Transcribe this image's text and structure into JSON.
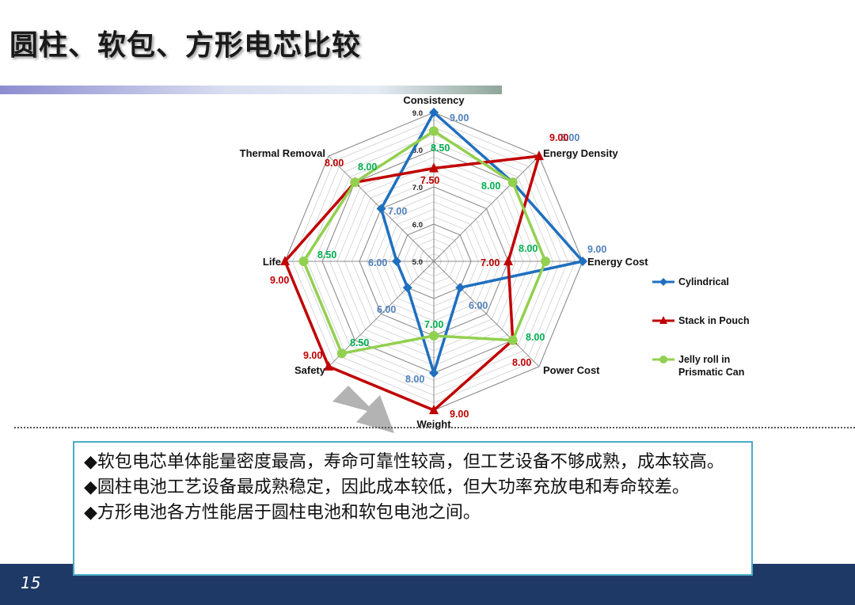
{
  "page": {
    "title": "圆柱、软包、方形电芯比较",
    "page_number": "15",
    "bullets": [
      "◆软包电芯单体能量密度最高，寿命可靠性较高，但工艺设备不够成熟，成本较高。",
      "◆圆柱电池工艺设备最成熟稳定，因此成本较低，但大功率充放电和寿命较差。",
      "◆方形电池各方性能居于圆柱电池和软包电池之间。"
    ]
  },
  "chart_data": {
    "type": "radar",
    "axes": [
      "Consistency",
      "Energy Density",
      "Energy Cost",
      "Power Cost",
      "Weight",
      "Safety",
      "Life",
      "Thermal Removal"
    ],
    "range": [
      5.0,
      9.0
    ],
    "tick_labels": [
      "5.0",
      "6.0",
      "7.0",
      "8.0",
      "9.0"
    ],
    "series": [
      {
        "name": "Cylindrical",
        "color": "#1f6fbf",
        "label_color": "#4f81bd",
        "marker": "diamond",
        "values": [
          9.0,
          8.0,
          9.0,
          6.0,
          8.0,
          6.0,
          6.0,
          7.0
        ],
        "labels": [
          "9.00",
          "8.00",
          "9.00",
          "6.00",
          "8.00",
          "6.00",
          "6.00",
          "7.00"
        ]
      },
      {
        "name": "Stack in Pouch",
        "color": "#c00000",
        "label_color": "#c00000",
        "marker": "triangle",
        "values": [
          7.5,
          9.0,
          7.0,
          8.0,
          9.0,
          9.0,
          9.0,
          8.0
        ],
        "labels": [
          "7.50",
          "9.00",
          "7.00",
          "8.00",
          "9.00",
          "9.00",
          "9.00",
          "8.00"
        ]
      },
      {
        "name": "Jelly roll in Prismatic Can",
        "color": "#92d050",
        "label_color": "#00b050",
        "marker": "circle",
        "values": [
          8.5,
          8.0,
          8.0,
          8.0,
          7.0,
          8.5,
          8.5,
          8.0
        ],
        "labels": [
          "8.50",
          "8.00",
          "8.00",
          "8.00",
          "7.00",
          "8.50",
          "8.50",
          "8.00"
        ]
      }
    ],
    "legend": "right"
  }
}
